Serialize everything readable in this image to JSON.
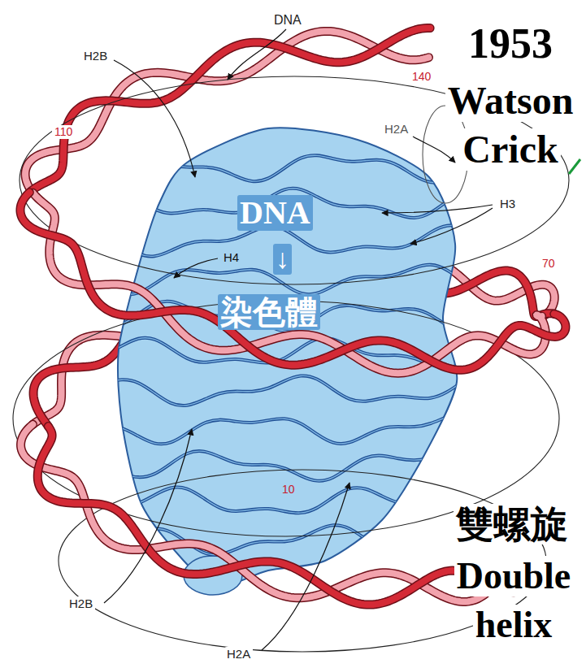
{
  "diagram": {
    "labels": [
      "DNA",
      "H2B",
      "110",
      "140",
      "H2A",
      "1953",
      "Watson",
      "Crick",
      "H3",
      "DNA",
      "↓",
      "染色體",
      "H4",
      "70",
      "10",
      "雙螺旋",
      "Double",
      "helix",
      "H2B",
      "H2A"
    ]
  }
}
